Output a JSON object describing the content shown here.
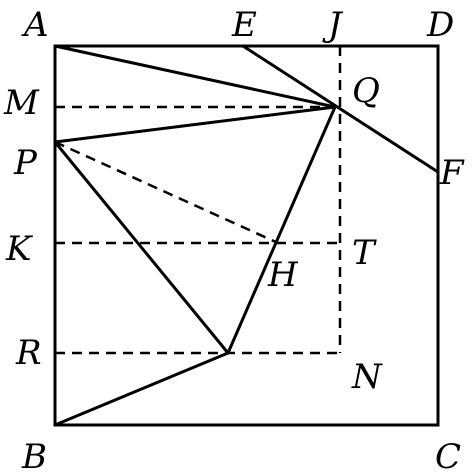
{
  "diagram": {
    "labels": {
      "A": "A",
      "E": "E",
      "J": "J",
      "D": "D",
      "M": "M",
      "Q": "Q",
      "P": "P",
      "F": "F",
      "K": "K",
      "T": "T",
      "H": "H",
      "R": "R",
      "N": "N",
      "B": "B",
      "C": "C"
    },
    "colors": {
      "stroke": "#000000",
      "background": "#ffffff"
    }
  }
}
